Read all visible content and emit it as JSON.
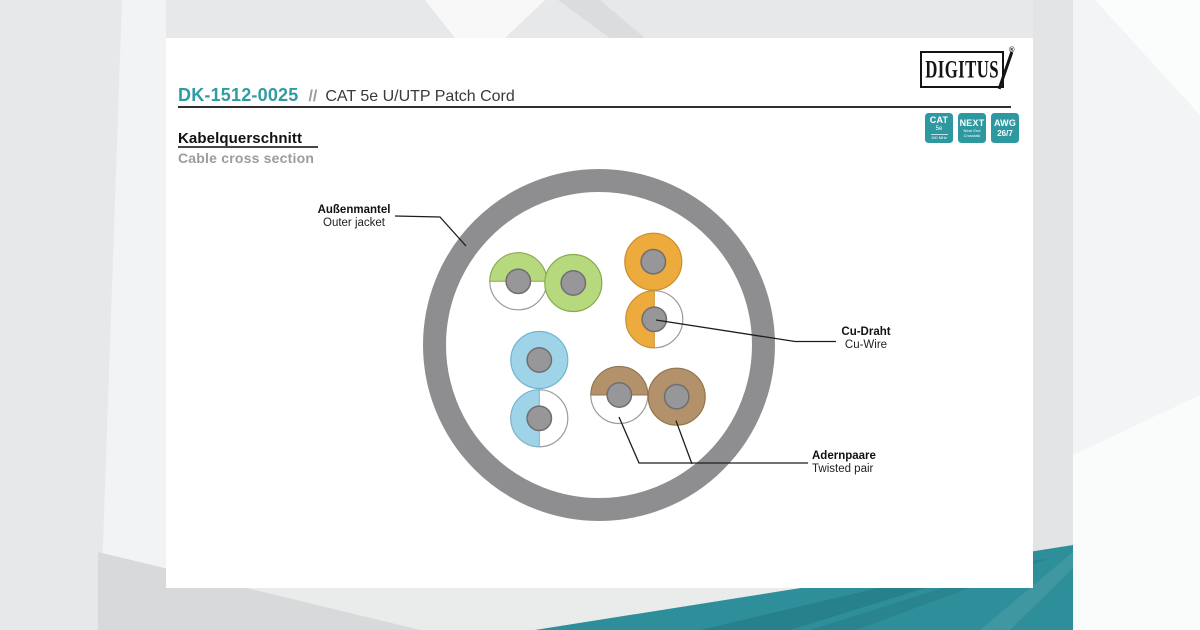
{
  "header": {
    "product_code": "DK-1512-0025",
    "separator": "//",
    "product_name": "CAT 5e U/UTP Patch Cord",
    "brand": "DIGITUS",
    "registered_mark": "®"
  },
  "section": {
    "heading_de": "Kabelquerschnitt",
    "heading_en": "Cable cross section"
  },
  "badges": [
    {
      "line1": "CAT",
      "line2": "5e",
      "line3": "100 MHz"
    },
    {
      "line1": "NEXT",
      "line2": "Near End",
      "line3": "Crosstalk"
    },
    {
      "line1": "AWG",
      "line2": "26/7",
      "line3": ""
    }
  ],
  "labels": {
    "outer_jacket_de": "Außenmantel",
    "outer_jacket_en": "Outer jacket",
    "cu_wire_de": "Cu-Draht",
    "cu_wire_en": "Cu-Wire",
    "twisted_pair_de": "Adernpaare",
    "twisted_pair_en": "Twisted pair"
  },
  "colors": {
    "accent_teal": "#2E98A1",
    "band_teal": "#2E8F9A",
    "ring_gray": "#8E8E90",
    "wire_green": "#B7D97E",
    "wire_orange": "#EDAA3D",
    "wire_blue": "#9FD4E8",
    "wire_brown": "#B3916A",
    "conductor_gray": "#97979A",
    "wire_white": "#FFFFFF"
  }
}
